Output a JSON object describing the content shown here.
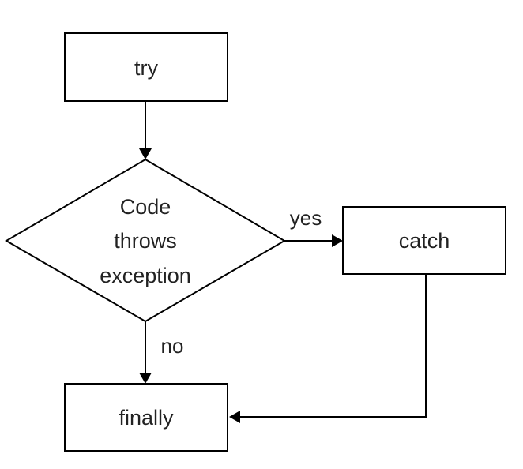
{
  "diagram": {
    "nodes": {
      "try": {
        "label": "try"
      },
      "decision": {
        "lines": [
          "Code",
          "throws",
          "exception"
        ]
      },
      "catch": {
        "label": "catch"
      },
      "finally": {
        "label": "finally"
      }
    },
    "edges": {
      "yes": {
        "label": "yes"
      },
      "no": {
        "label": "no"
      }
    },
    "colors": {
      "stroke": "#000000",
      "text": "#222222",
      "background": "#ffffff"
    }
  }
}
